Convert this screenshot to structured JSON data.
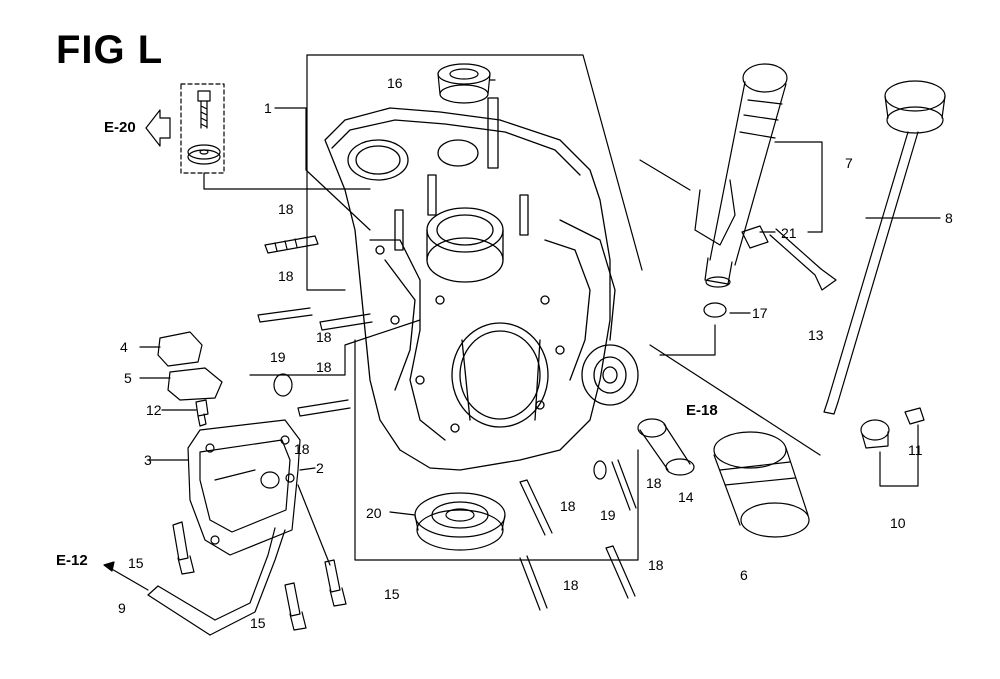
{
  "figure": {
    "title": "FIG L"
  },
  "references": [
    {
      "label": "E-20"
    },
    {
      "label": "E-18"
    },
    {
      "label": "E-12"
    }
  ],
  "callouts": [
    "1",
    "2",
    "3",
    "4",
    "5",
    "6",
    "7",
    "8",
    "9",
    "10",
    "11",
    "12",
    "13",
    "14",
    "15",
    "15",
    "15",
    "16",
    "17",
    "18",
    "18",
    "18",
    "18",
    "18",
    "18",
    "18",
    "18",
    "18",
    "19",
    "19",
    "20",
    "21"
  ]
}
